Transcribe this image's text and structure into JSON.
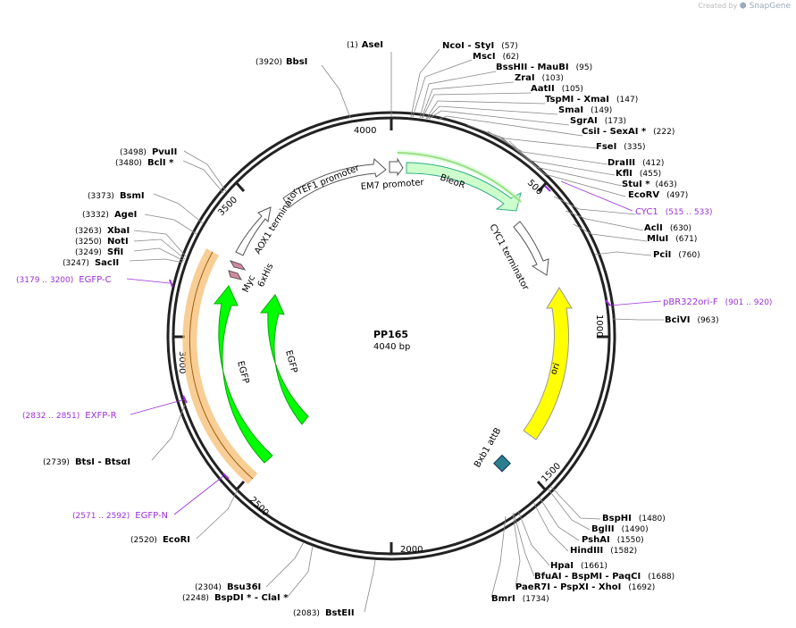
{
  "credit": {
    "prefix": "Created by",
    "brand": "SnapGene"
  },
  "plasmid": {
    "name": "PP165",
    "length_label": "4040 bp",
    "length": 4040
  },
  "ticks": [
    "500",
    "1000",
    "1500",
    "2000",
    "2500",
    "3000",
    "3500",
    "4000"
  ],
  "features": [
    {
      "id": "bleor",
      "label": "BleoR"
    },
    {
      "id": "em7",
      "label": "EM7 promoter"
    },
    {
      "id": "tef1",
      "label": "TEF1 promoter"
    },
    {
      "id": "cyc1t",
      "label": "CYC1 terminator"
    },
    {
      "id": "ori",
      "label": "ori"
    },
    {
      "id": "bxb1",
      "label": "Bxb1 attB"
    },
    {
      "id": "aox1",
      "label": "AOX1 terminator"
    },
    {
      "id": "his",
      "label": "6xHis"
    },
    {
      "id": "myc",
      "label": "Myc"
    },
    {
      "id": "egfp_inner",
      "label": "EGFP"
    },
    {
      "id": "egfp_outer",
      "label": "EGFP"
    }
  ],
  "enzymes": [
    {
      "pos": "(1)",
      "name": "AseI",
      "extra": ""
    },
    {
      "pos": "(3920)",
      "name": "BbsI",
      "extra": ""
    },
    {
      "pos": "(57)",
      "name": "NcoI",
      "extra": " - StyI"
    },
    {
      "pos": "(62)",
      "name": "MscI",
      "extra": ""
    },
    {
      "pos": "(95)",
      "name": "BssHII",
      "extra": " - MauBI"
    },
    {
      "pos": "(103)",
      "name": "ZraI",
      "extra": ""
    },
    {
      "pos": "(105)",
      "name": "AatII",
      "extra": ""
    },
    {
      "pos": "(147)",
      "name": "TspMI",
      "extra": " - XmaI"
    },
    {
      "pos": "(149)",
      "name": "SmaI",
      "extra": ""
    },
    {
      "pos": "(173)",
      "name": "SgrAI",
      "extra": ""
    },
    {
      "pos": "(222)",
      "name": "CsiI",
      "extra": " - SexAI *"
    },
    {
      "pos": "(335)",
      "name": "FseI",
      "extra": ""
    },
    {
      "pos": "(412)",
      "name": "DraIII",
      "extra": ""
    },
    {
      "pos": "(455)",
      "name": "KflI",
      "extra": ""
    },
    {
      "pos": "(463)",
      "name": "StuI *",
      "extra": ""
    },
    {
      "pos": "(497)",
      "name": "EcoRV",
      "extra": ""
    },
    {
      "pos": "(630)",
      "name": "AclI",
      "extra": ""
    },
    {
      "pos": "(671)",
      "name": "MluI",
      "extra": ""
    },
    {
      "pos": "(760)",
      "name": "PciI",
      "extra": ""
    },
    {
      "pos": "(963)",
      "name": "BciVI",
      "extra": ""
    },
    {
      "pos": "(1480)",
      "name": "BspHI",
      "extra": ""
    },
    {
      "pos": "(1490)",
      "name": "BglII",
      "extra": ""
    },
    {
      "pos": "(1550)",
      "name": "PshAI",
      "extra": ""
    },
    {
      "pos": "(1582)",
      "name": "HindIII",
      "extra": ""
    },
    {
      "pos": "(1661)",
      "name": "HpaI",
      "extra": ""
    },
    {
      "pos": "(1688)",
      "name": "BfuAI",
      "extra": " - BspMI - PaqCI"
    },
    {
      "pos": "(1692)",
      "name": "PaeR7I",
      "extra": " - PspXI - XhoI"
    },
    {
      "pos": "(1734)",
      "name": "BmrI",
      "extra": ""
    },
    {
      "pos": "(2083)",
      "name": "BstEII",
      "extra": ""
    },
    {
      "pos": "(2304)",
      "name": "Bsu36I",
      "extra": ""
    },
    {
      "pos": "(2248)",
      "name": "BspDI *",
      "extra": " - ClaI *"
    },
    {
      "pos": "(2520)",
      "name": "EcoRI",
      "extra": ""
    },
    {
      "pos": "(2739)",
      "name": "BtsI",
      "extra": " - BtsαI"
    },
    {
      "pos": "(3247)",
      "name": "SacII",
      "extra": ""
    },
    {
      "pos": "(3249)",
      "name": "SfiI",
      "extra": ""
    },
    {
      "pos": "(3250)",
      "name": "NotI",
      "extra": ""
    },
    {
      "pos": "(3263)",
      "name": "XbaI",
      "extra": ""
    },
    {
      "pos": "(3332)",
      "name": "AgeI",
      "extra": ""
    },
    {
      "pos": "(3373)",
      "name": "BsmI",
      "extra": ""
    },
    {
      "pos": "(3480)",
      "name": "BclI *",
      "extra": ""
    },
    {
      "pos": "(3498)",
      "name": "PvuII",
      "extra": ""
    }
  ],
  "primers": [
    {
      "name": "CYC1",
      "range": "(515 .. 533)"
    },
    {
      "name": "pBR322ori-F",
      "range": "(901 .. 920)"
    },
    {
      "name": "EGFP-C",
      "range": "(3179 .. 3200)"
    },
    {
      "name": "EXFP-R",
      "range": "(2832 .. 2851)"
    },
    {
      "name": "EGFP-N",
      "range": "(2571 .. 2592)"
    }
  ],
  "colors": {
    "bleor": "#ccffcc",
    "egfp": "#00ff00",
    "ori": "#ffff00",
    "bxb1": "#2a7f8f",
    "myc": "#d48aa0",
    "primer": "#9b30d9",
    "highlight_orange": "#f5b96a"
  }
}
